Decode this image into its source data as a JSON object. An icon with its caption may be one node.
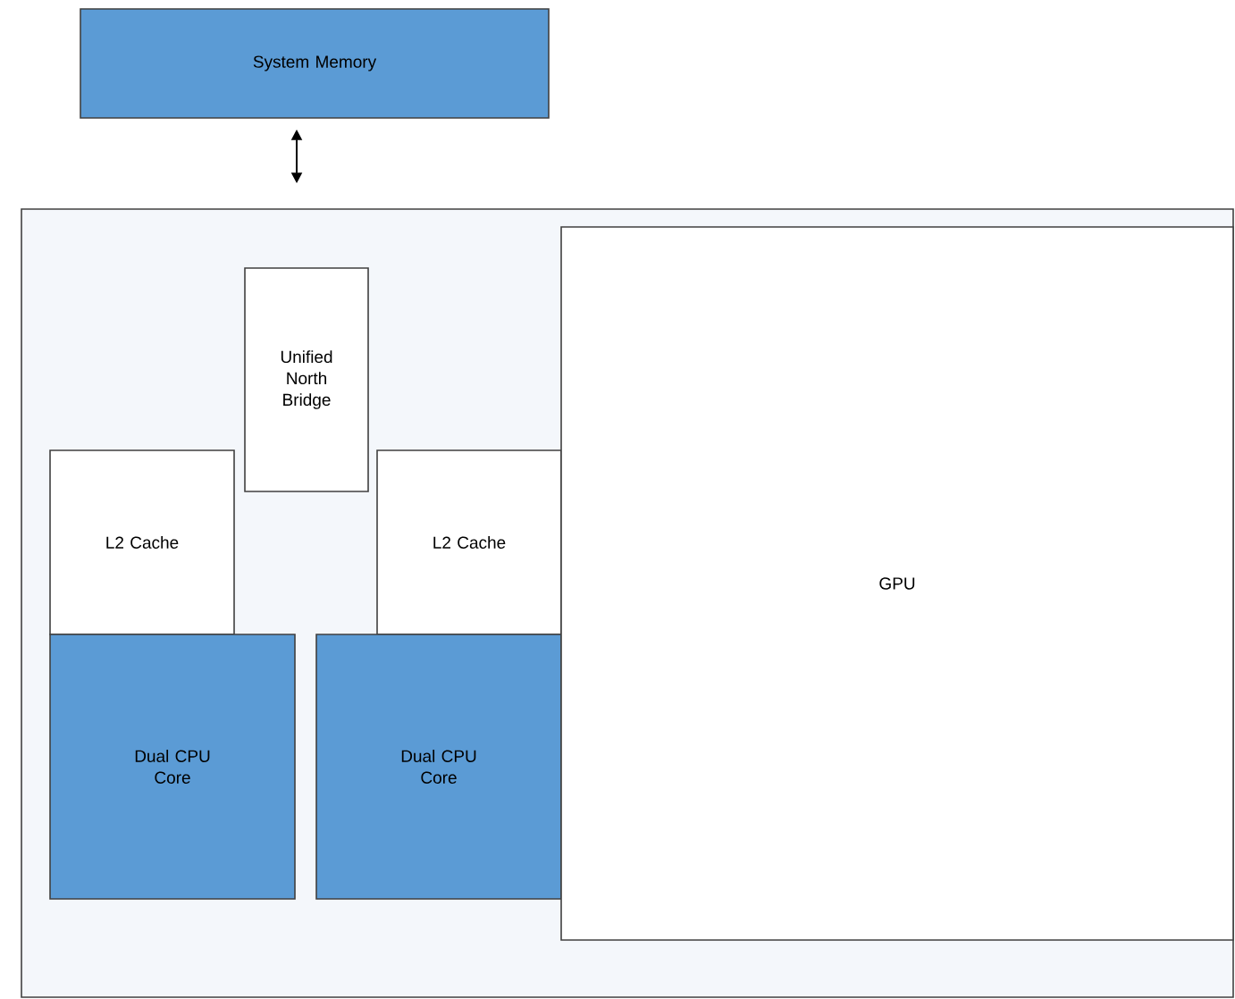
{
  "diagram": {
    "nodes": [
      {
        "text": [
          "System Memory"
        ]
      },
      {
        "text": [],
        "shape": "box"
      },
      {
        "text": [
          "Unified North Bridge"
        ],
        "in": 1
      },
      {
        "text": [
          "L2 Cache"
        ],
        "in": 1
      },
      {
        "text": [
          "L2 Cache"
        ],
        "in": 1
      },
      {
        "text": [
          "Dual CPU Core"
        ],
        "in": 1
      },
      {
        "text": [
          "Dual CPU Core"
        ],
        "in": 1
      },
      {
        "text": [
          "GPU"
        ],
        "in": 1
      }
    ],
    "edges": [
      {
        "from": 0,
        "to": 1,
        "arrow": "both"
      }
    ]
  }
}
